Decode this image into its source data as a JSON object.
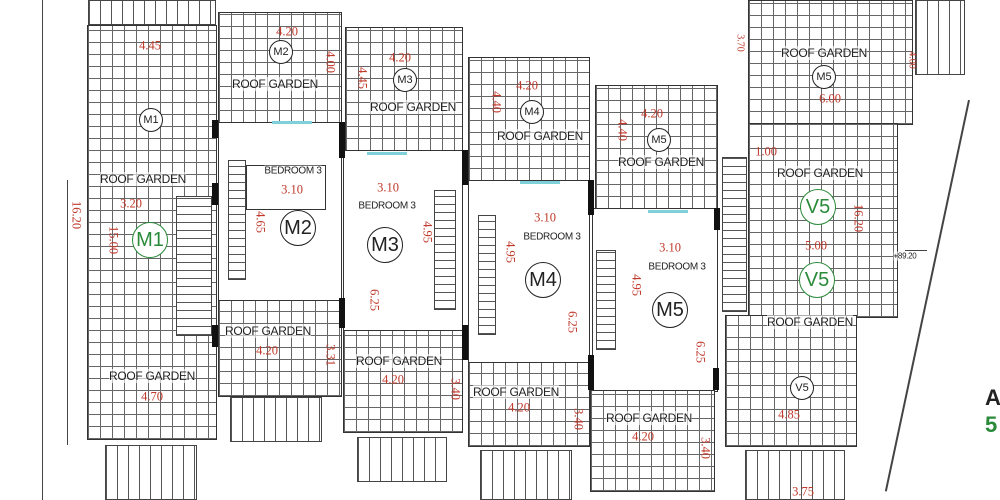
{
  "colors": {
    "dimension": "#c0392b",
    "unit_tag_green": "#2a8a3a",
    "lines": "#333333"
  },
  "labels": {
    "roof_garden": "ROOF GARDEN",
    "bedroom": "BEDROOM 3",
    "level": "+89.20"
  },
  "tags": {
    "m1": "M1",
    "m2": "M2",
    "m3": "M3",
    "m4": "M4",
    "m5": "M5",
    "v5": "V5"
  },
  "dims": {
    "m1_top": "4.45",
    "m1_w": "3.20",
    "m1_len": "16.20",
    "m1_inner": "15.00",
    "m1_bottom": "4.70",
    "m2_top": "4.20",
    "m2_top_h": "4.00",
    "m2_bed_w": "3.10",
    "m2_bed_h": "4.65",
    "m2_bottom": "4.20",
    "m2_bottom_h": "3.31",
    "m3_top": "4.20",
    "m3_top_h": "4.45",
    "m3_bed_w": "3.10",
    "m3_bed_h": "4.95",
    "m3_mid": "6.25",
    "m3_bottom": "4.20",
    "m3_bottom_h": "3.40",
    "m4_top": "4.20",
    "m4_top_h": "4.40",
    "m4_bed_w": "3.10",
    "m4_bed_h": "4.95",
    "m4_mid": "6.25",
    "m4_bottom": "4.20",
    "m4_bottom_h": "3.40",
    "m5_top": "4.20",
    "m5_top_h": "4.40",
    "m5_bed_w": "3.10",
    "m5_bed_h": "4.95",
    "m5_mid": "6.25",
    "m5_bottom": "4.20",
    "m5_bottom_h": "3.40",
    "v5_gap": "3.70",
    "v5_top": "6.00",
    "v5_right": "4.00",
    "v5_step": "1.00",
    "v5_len": "16.20",
    "v5_mid": "5.00",
    "v5_bottom": "4.85",
    "v5_pergola": "3.75"
  },
  "edge_text": {
    "a": "A",
    "b": "5"
  }
}
